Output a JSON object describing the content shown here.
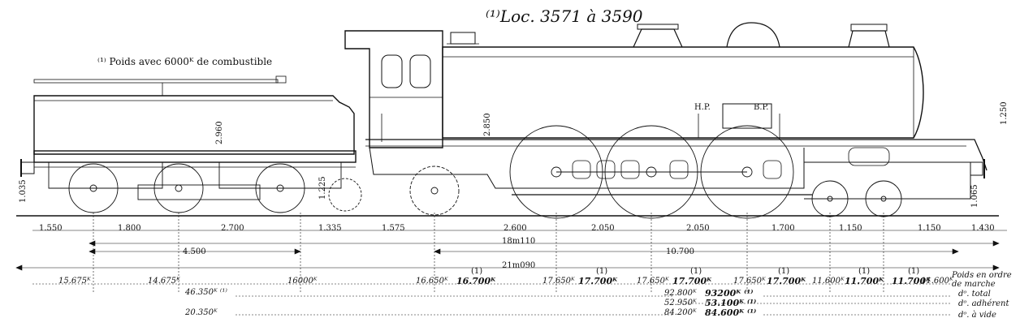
{
  "title": "⁽¹⁾Loc. 3571 à 3590",
  "fuel_note": "⁽¹⁾ Poids avec 6000ᴷ de combustible",
  "vertical_dims": [
    "1.035",
    "2.960",
    "1.225",
    "2.850",
    "1.250",
    "1.065"
  ],
  "valve_labels": [
    "H.P.",
    "B.P."
  ],
  "axle_spacings": [
    "1.550",
    "1.800",
    "2.700",
    "1.335",
    "1.575",
    "2.600",
    "2.050",
    "2.050",
    "1.700",
    "1.150",
    "1.150",
    "1.430"
  ],
  "overall_dims": {
    "tender_wheelbase": "4.500",
    "loco_wheelbase": "10.700",
    "loco_length": "18m110",
    "total_length": "21m090"
  },
  "axle_weights": {
    "tender": [
      "15.675ᴷ",
      "14.675ᴷ",
      "16000ᴷ"
    ],
    "loco_std": [
      "16.650ᴷ",
      "17.650ᴷ",
      "17.650ᴷ",
      "17.650ᴷ",
      "11.600ᴷ",
      "11.600ᴷ"
    ],
    "loco_fuel": [
      "16.700ᴷ",
      "17.700ᴷ",
      "17.700ᴷ",
      "17.700ᴷ",
      "11.700ᴷ",
      "11.700ᴷ"
    ],
    "fuel_marks": [
      "(1)",
      "(1)",
      "(1)",
      "(1)",
      "(1)",
      "(1)"
    ]
  },
  "totals": {
    "tender_total": "46.350ᴷ ⁽¹⁾",
    "tender_empty": "20.350ᴷ",
    "loco_total_std": "92.800ᴷ",
    "loco_total_fuel": "93200ᴷ ⁽¹⁾",
    "loco_adh_std": "52.950ᴷ",
    "loco_adh_fuel": "53.100ᴷ ⁽¹⁾",
    "loco_empty_std": "84.200ᴷ",
    "loco_empty_fuel": "84.600ᴷ ⁽¹⁾"
  },
  "legend": [
    "Poids en ordre de marche",
    "dᵒ. total",
    "dᵒ. adhérent",
    "dᵒ. à vide"
  ]
}
